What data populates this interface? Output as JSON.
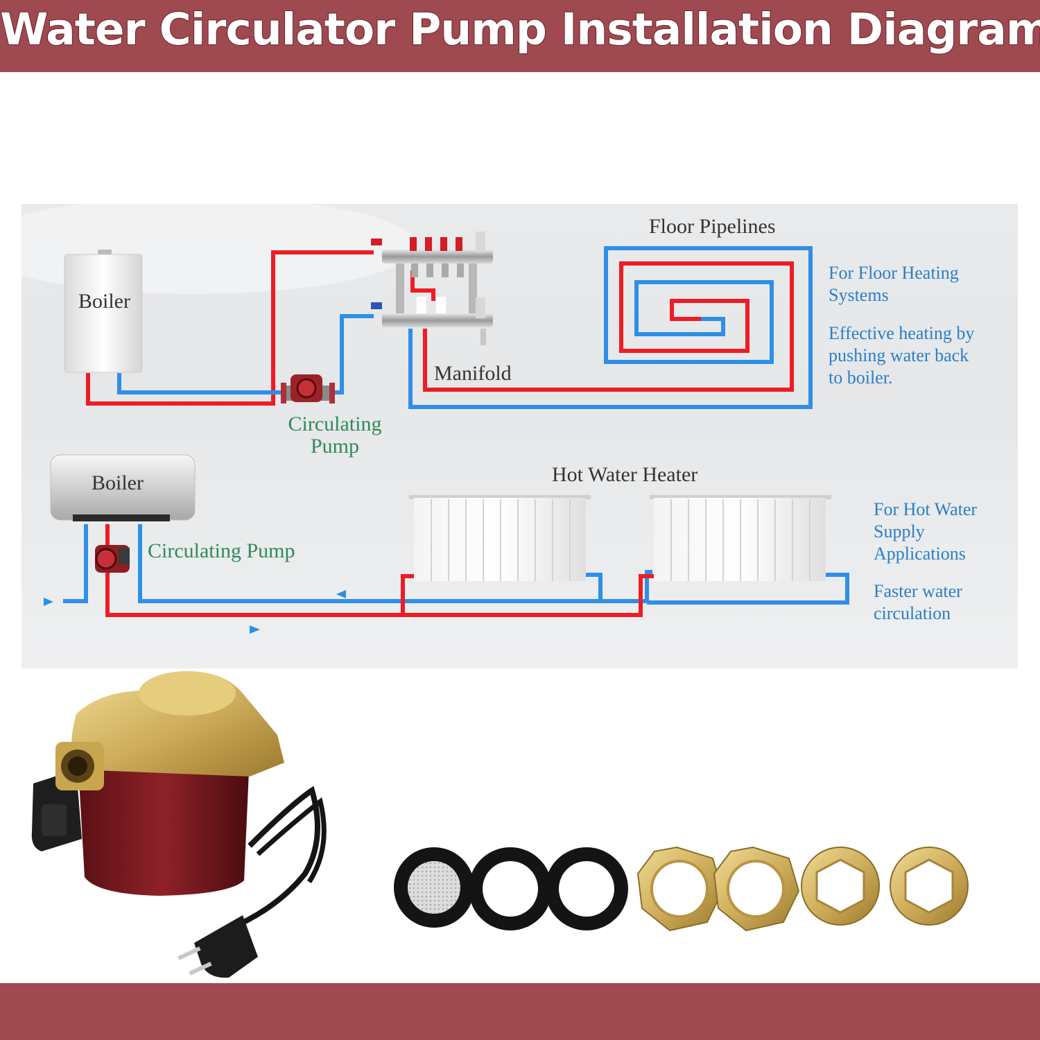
{
  "header": {
    "title": "Water Circulator Pump Installation Diagram"
  },
  "floor_system": {
    "boiler_label": "Boiler",
    "manifold_label": "Manifold",
    "floor_pipelines_label": "Floor Pipelines",
    "pump_label": "Circulating Pump",
    "caption_title": "For Floor Heating Systems",
    "caption_desc": "Effective heating by pushing water back to boiler."
  },
  "hot_water_system": {
    "boiler_label": "Boiler",
    "pump_label": "Circulating Pump",
    "heater_label": "Hot Water Heater",
    "caption_title": "For Hot Water Supply Applications",
    "caption_desc": "Faster water circulation"
  },
  "colors": {
    "hot_pipe": "#ee1c25",
    "cold_pipe": "#2f8fe6",
    "banner": "#9e4a50",
    "pump_body": "#7a1a20",
    "brass": "#d2b562"
  },
  "parts": [
    "pump-unit",
    "filter-gasket",
    "gasket",
    "gasket",
    "hex-nut",
    "hex-nut",
    "union-fitting",
    "union-fitting"
  ]
}
